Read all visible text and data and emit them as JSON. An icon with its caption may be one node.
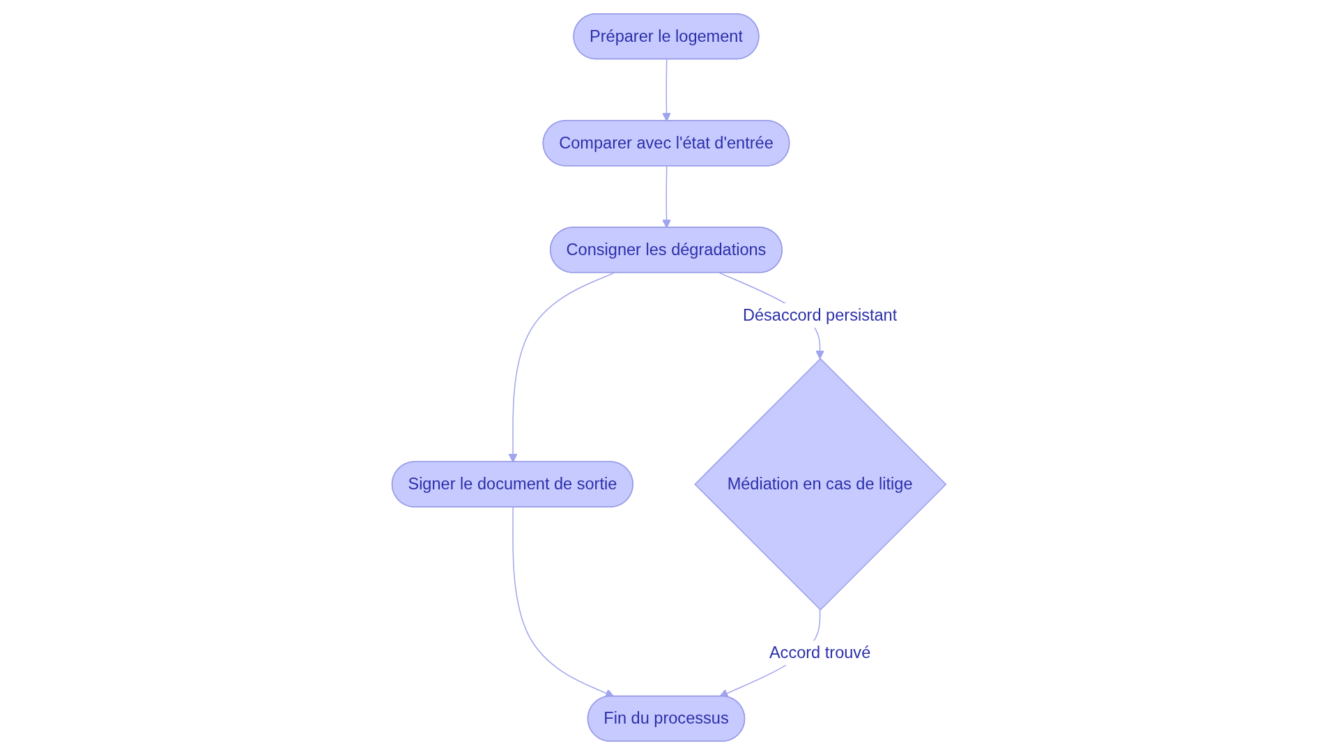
{
  "diagram": {
    "nodes": [
      {
        "text": [
          "Préparer le logement"
        ]
      },
      {
        "text": [
          "Comparer avec l'état d'entrée"
        ]
      },
      {
        "text": [
          "Consigner les dégradations"
        ]
      },
      {
        "text": [
          "Signer le document de sortie"
        ]
      },
      {
        "text": [
          "Médiation en cas de litige"
        ]
      },
      {
        "text": [
          "Fin du processus"
        ]
      }
    ],
    "edges": [
      {
        "from": 0,
        "to": 1,
        "arrow": "to"
      },
      {
        "from": 1,
        "to": 2,
        "arrow": "to"
      },
      {
        "from": 2,
        "to": 3,
        "arrow": "to"
      },
      {
        "from": 2,
        "to": 4,
        "arrow": "to",
        "label": "Désaccord persistant"
      },
      {
        "from": 3,
        "to": 5,
        "arrow": "to"
      },
      {
        "from": 4,
        "to": 5,
        "arrow": "to",
        "label": "Accord trouvé"
      }
    ]
  }
}
